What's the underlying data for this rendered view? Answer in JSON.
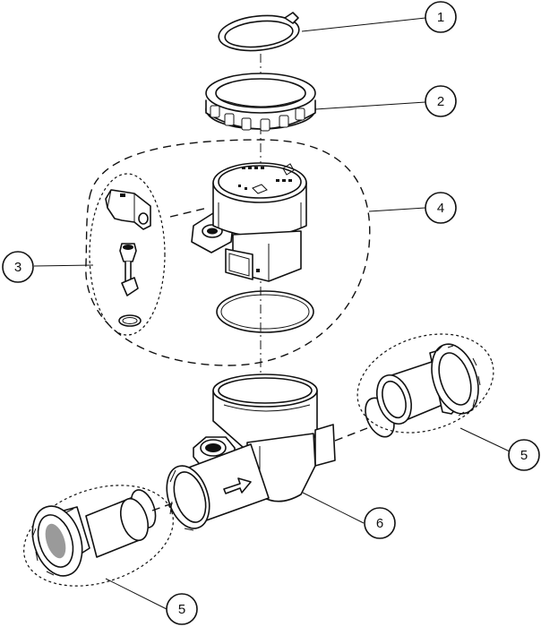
{
  "callouts": [
    {
      "id": "1",
      "label": "1"
    },
    {
      "id": "2",
      "label": "2"
    },
    {
      "id": "3",
      "label": "3"
    },
    {
      "id": "4",
      "label": "4"
    },
    {
      "id": "5a",
      "label": "5"
    },
    {
      "id": "6",
      "label": "6"
    },
    {
      "id": "5b",
      "label": "5"
    }
  ]
}
